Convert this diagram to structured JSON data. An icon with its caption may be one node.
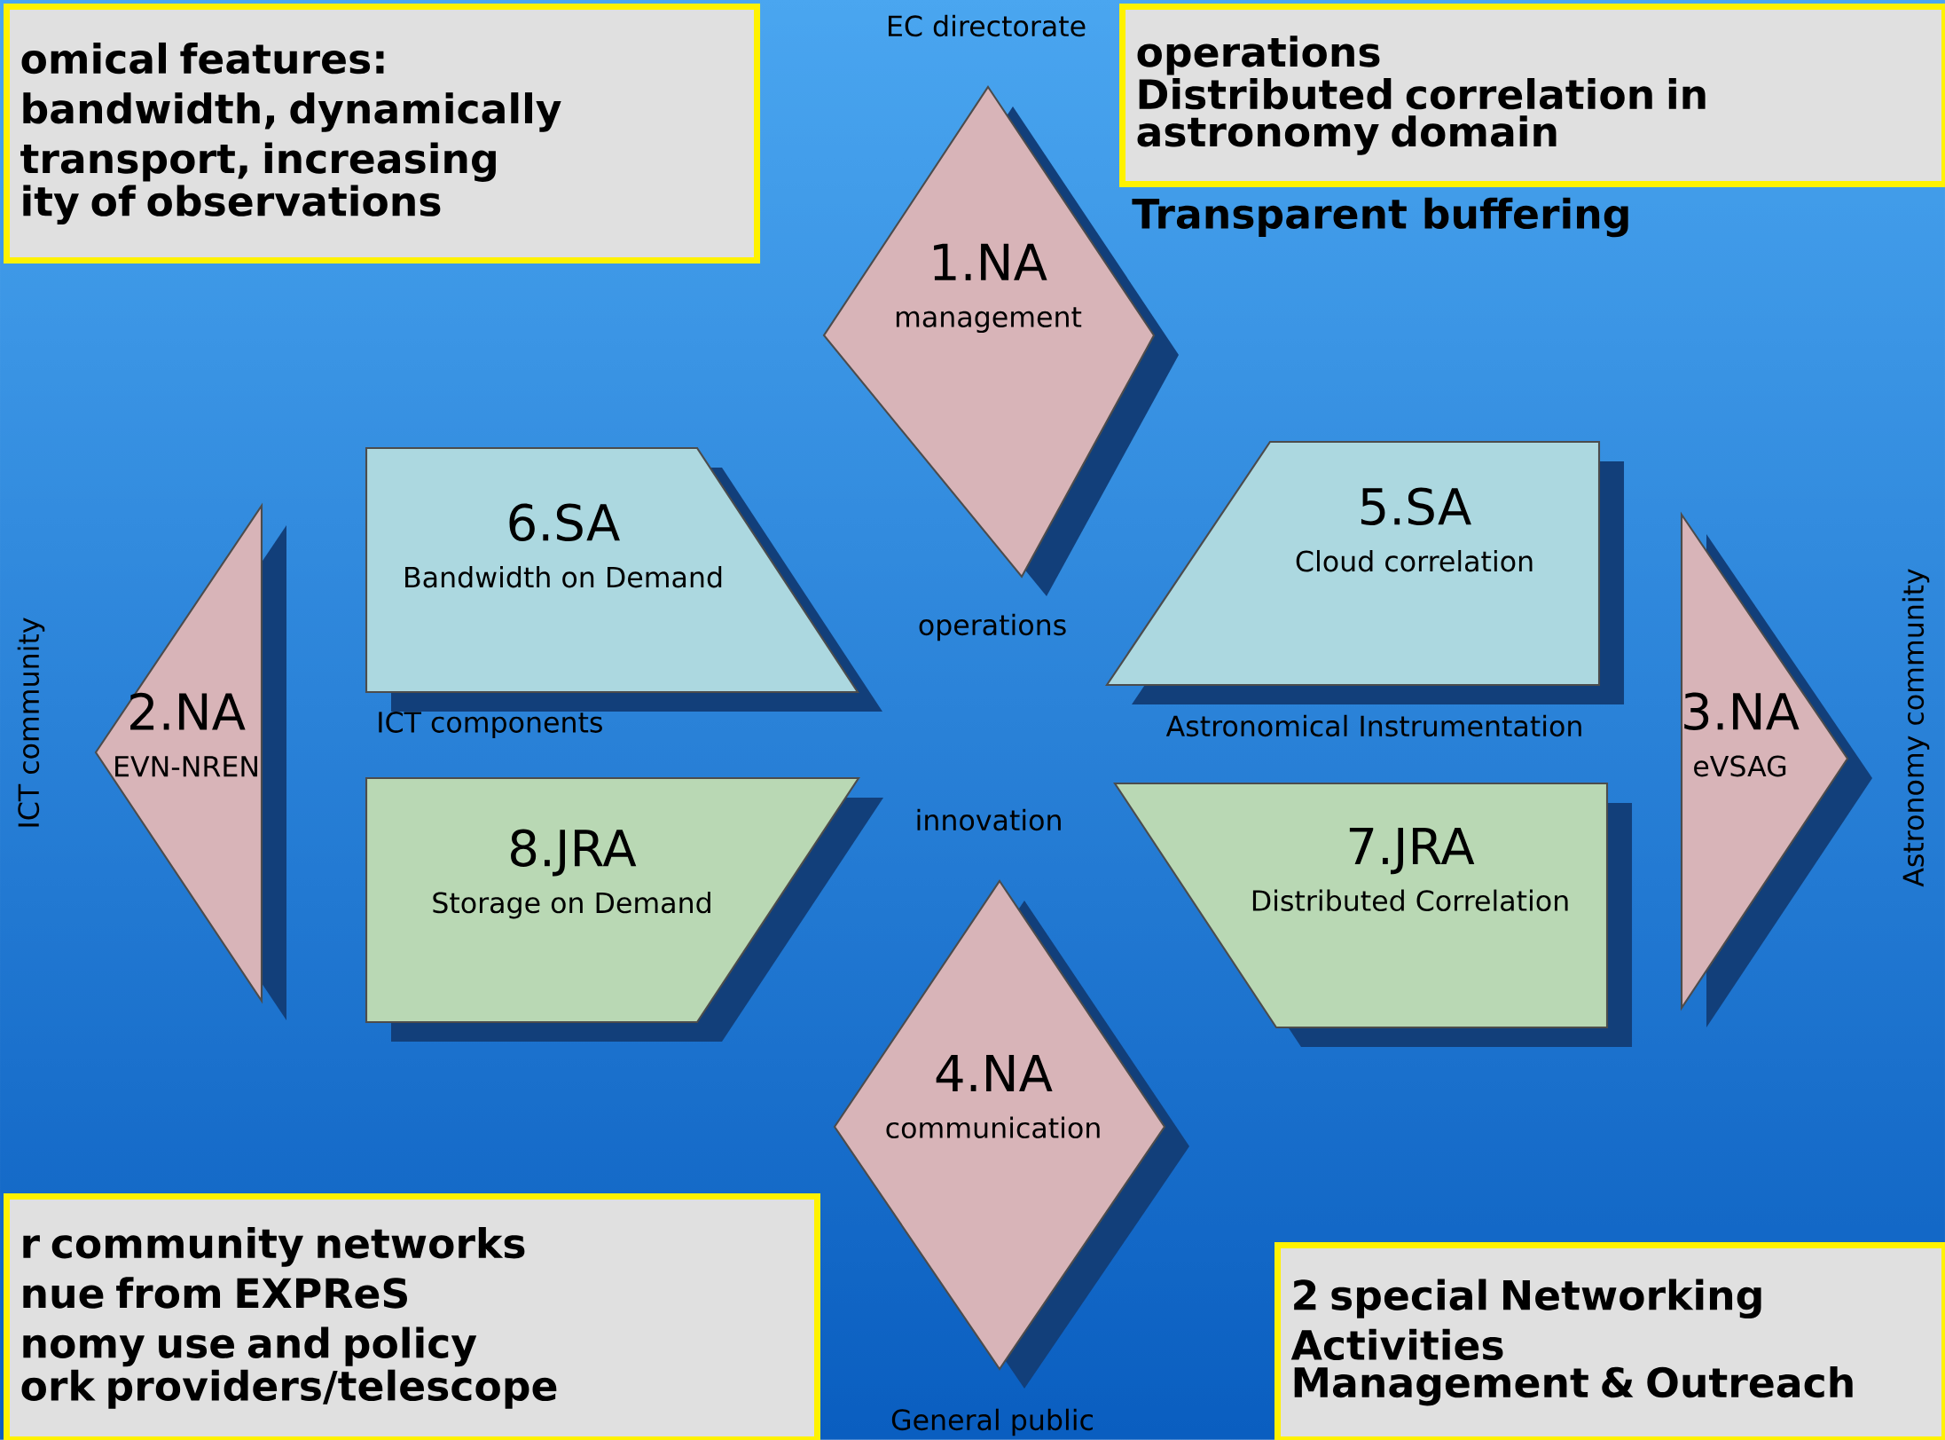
{
  "diagram": {
    "nodes": [
      {
        "text": [
          "omical features:",
          "bandwidth, dynamically",
          "transport, increasing",
          "ity of observations"
        ]
      },
      {
        "text": [
          "operations",
          "Distributed correlation in astronomy domain"
        ]
      },
      {
        "text": [
          "1.NA",
          "management"
        ]
      },
      {
        "text": [
          "6.SA",
          "Bandwidth on Demand"
        ]
      },
      {
        "text": [
          "5.SA",
          "Cloud correlation"
        ]
      },
      {
        "text": [
          "2.NA",
          "EVN-NREN"
        ]
      },
      {
        "text": [
          "3.NA",
          "eVSAG"
        ]
      },
      {
        "text": [
          "8.JRA",
          "Storage on Demand"
        ]
      },
      {
        "text": [
          "7.JRA",
          "Distributed Correlation"
        ]
      },
      {
        "text": [
          "4.NA",
          "communication"
        ]
      },
      {
        "text": [
          "r community networks",
          "nue from EXPReS",
          "nomy use and policy",
          "ork providers/telescope"
        ]
      },
      {
        "text": [
          "2 special Networking Activities",
          "Management & Outreach"
        ]
      }
    ],
    "labels": [
      "EC directorate",
      "Transparent buffering",
      "operations",
      "ICT components",
      "Astronomical Instrumentation",
      "ICT community",
      "Astronomy community",
      "innovation",
      "General public"
    ]
  }
}
